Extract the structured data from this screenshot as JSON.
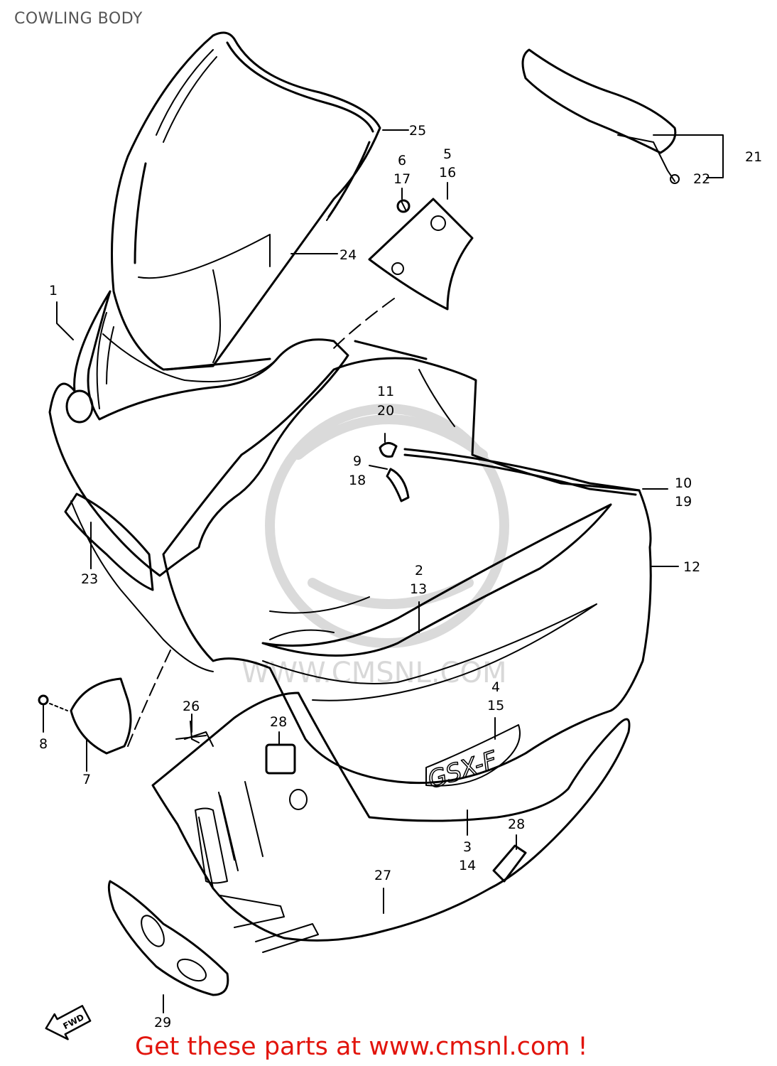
{
  "title": "COWLING BODY",
  "callouts": {
    "n1": "1",
    "n2": "2",
    "n3": "3",
    "n4": "4",
    "n5": "5",
    "n6": "6",
    "n7": "7",
    "n8": "8",
    "n9": "9",
    "n10": "10",
    "n11": "11",
    "n12": "12",
    "n13": "13",
    "n14": "14",
    "n15": "15",
    "n16": "16",
    "n17": "17",
    "n18": "18",
    "n19": "19",
    "n20": "20",
    "n21": "21",
    "n22": "22",
    "n23": "23",
    "n24": "24",
    "n25": "25",
    "n26": "26",
    "n27": "27",
    "n28": "28",
    "n29": "29"
  },
  "watermark_text": "WWW.CMSNL.COM",
  "model_badge": "GSX-F",
  "fwd_arrow_label": "FWD",
  "footer": "Get these parts at www.cmsnl.com !",
  "colors": {
    "line": "#000000",
    "footer_text": "#e2140c",
    "watermark": "#d0d0d0"
  }
}
